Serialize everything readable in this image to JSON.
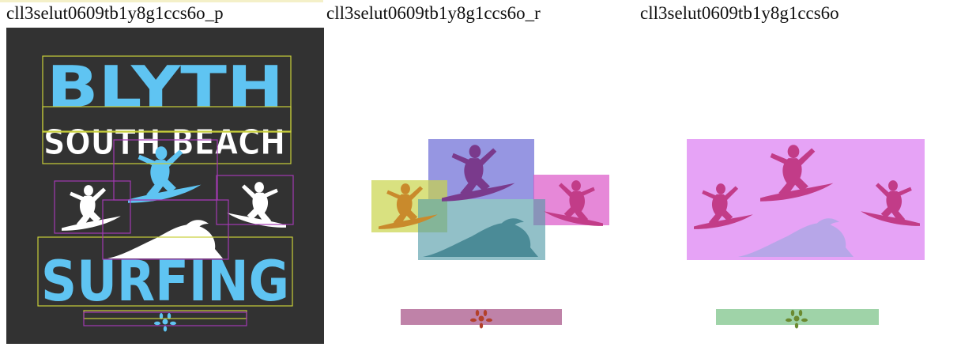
{
  "captions": {
    "left": "cll3selut0609tb1y8g1ccs6o_p",
    "middle": "cll3selut0609tb1y8g1ccs6o_r",
    "right": "cll3selut0609tb1y8g1ccs6o"
  },
  "artwork": {
    "line1": "BLYTH",
    "line2": "SOUTH BEACH",
    "line3": "SURFING"
  },
  "colors": {
    "background_dark": "#323232",
    "text_light_blue": "#5fc4f2",
    "text_white": "#ffffff",
    "box_yellow": "#c8cf3a",
    "box_purple": "#a23ab2",
    "mask_yellow": "#c9d44a",
    "mask_blue": "#6a6ad6",
    "mask_teal": "#4f9aa6",
    "mask_magenta": "#dc56c8",
    "mask_maroon": "#9c3f7a",
    "mask_pink": "#e293f5",
    "mask_green": "#7fc48b",
    "element_purple": "#7a3a8c",
    "element_rose": "#c23c88",
    "element_orange": "#c98a2c",
    "element_teal": "#3a7f8c",
    "element_red": "#b3402a",
    "element_lilac": "#b7a6e8",
    "element_olive": "#6b8a30"
  }
}
